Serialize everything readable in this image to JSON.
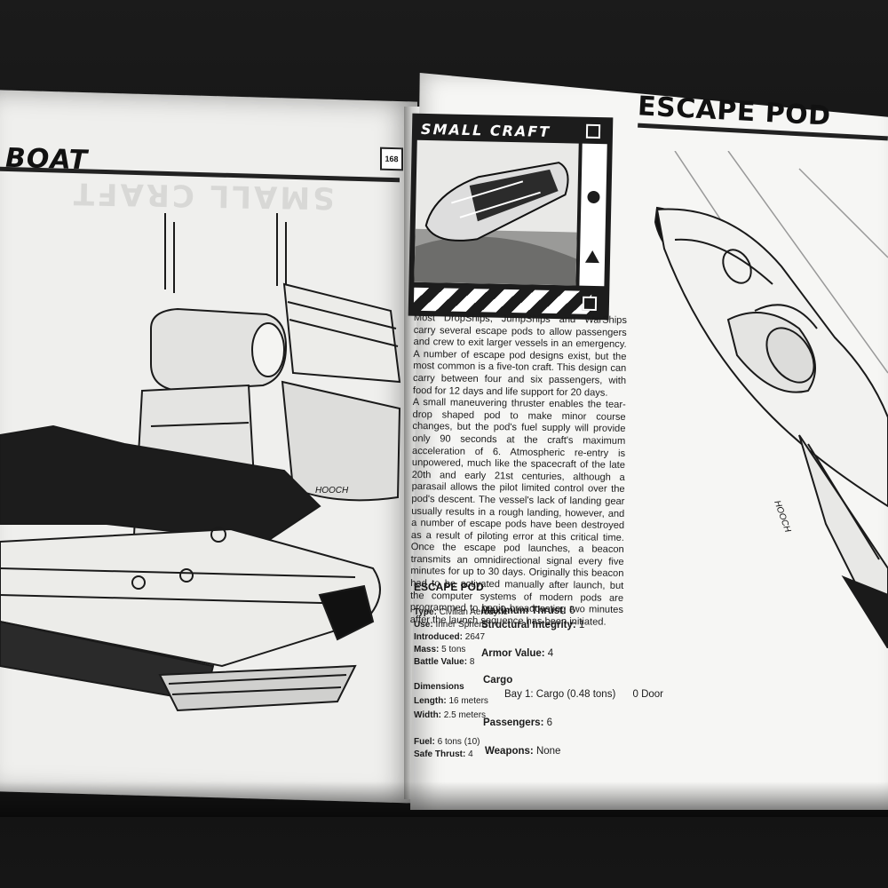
{
  "left_page": {
    "title": "BOAT",
    "page_number": "168",
    "ghost_heading": "SMALL CRAFT",
    "signature": "HOOCH"
  },
  "right_page": {
    "title": "ESCAPE POD",
    "box_label": "SMALL CRAFT",
    "body_paragraphs": [
      "Most DropShips, JumpShips and WarShips carry several escape pods to allow passengers and crew to exit larger vessels in an emergency. A number of escape pod designs exist, but the most common is a five-ton craft. This design can carry between four and six passengers, with food for 12 days and life support for 20 days.",
      "A small maneuvering thruster enables the tear-drop shaped pod to make minor course changes, but the pod's fuel supply will provide only 90 seconds at the craft's maximum acceleration of 6. Atmospheric re-entry is unpowered, much like the spacecraft of the late 20th and early 21st centuries, although a parasail allows the pilot limited control over the pod's descent. The vessel's lack of landing gear usually results in a rough landing, however, and a number of escape pods have been destroyed as a result of piloting error at this critical time. Once the escape pod launches, a beacon transmits an omnidirectional signal every five minutes for up to 30 days. Originally this beacon had to be activated manually after launch, but the computer systems of modern pods are programmed to begin broadcasting two minutes after the launch sequence has been initiated."
    ],
    "stats_heading": "ESCAPE POD",
    "stats_left": [
      {
        "label": "Type:",
        "value": "Civilian Aerodyne"
      },
      {
        "label": "Use:",
        "value": "Inner Sphere"
      },
      {
        "label": "Introduced:",
        "value": "2647"
      },
      {
        "label": "Mass:",
        "value": "5 tons"
      },
      {
        "label": "Battle Value:",
        "value": "8"
      },
      {
        "label": "Dimensions",
        "value": ""
      },
      {
        "label": "Length:",
        "value": "16 meters"
      },
      {
        "label": "Width:",
        "value": "2.5 meters"
      },
      {
        "label": "Fuel:",
        "value": "6 tons (10)"
      },
      {
        "label": "Safe Thrust:",
        "value": "4"
      }
    ],
    "stats_right": [
      {
        "label": "Maximum Thrust:",
        "value": "6"
      },
      {
        "label": "Structural Integrity:",
        "value": "1"
      },
      {
        "label": "Armor Value:",
        "value": "4"
      },
      {
        "label": "Cargo",
        "value": ""
      },
      {
        "label": "Bay 1: Cargo (0.48 tons)",
        "value": "0 Door"
      },
      {
        "label": "Passengers:",
        "value": "6"
      },
      {
        "label": "Weapons:",
        "value": "None"
      }
    ],
    "signature": "HOOCH"
  }
}
